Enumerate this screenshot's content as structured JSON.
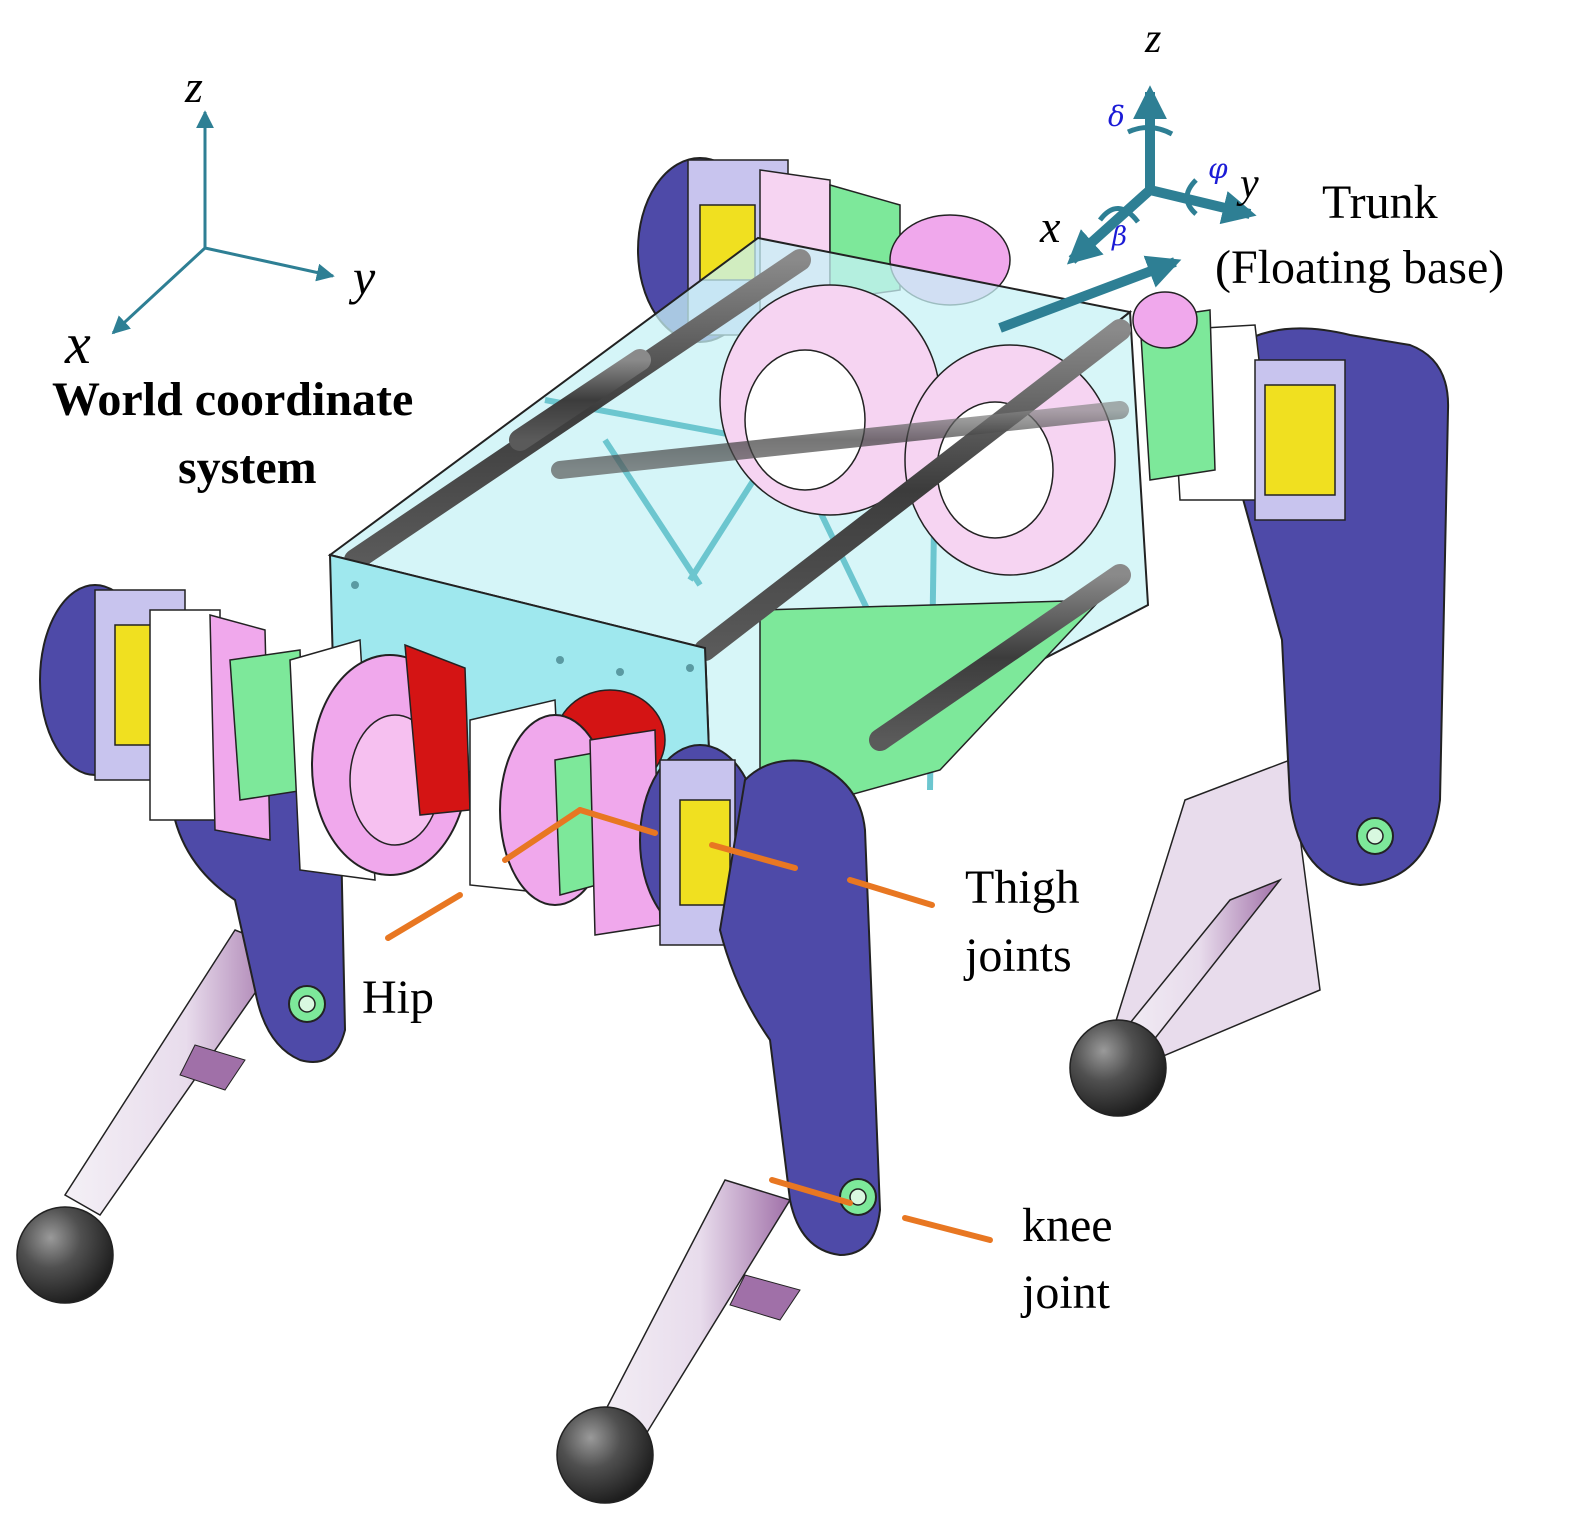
{
  "world_frame": {
    "z": "z",
    "y": "y",
    "x": "x",
    "title_line1": "World coordinate",
    "title_line2": "system"
  },
  "trunk_frame": {
    "z": "z",
    "y": "y",
    "x": "x",
    "delta": "δ",
    "phi": "φ",
    "beta": "β",
    "title_line1": "Trunk",
    "title_line2": "(Floating base)"
  },
  "labels": {
    "thigh_line1": "Thigh",
    "thigh_line2": "joints",
    "hip": "Hip",
    "knee_line1": "knee",
    "knee_line2": "joint"
  },
  "colors": {
    "axis": "#2e7f94",
    "callout": "#e87722",
    "leg_plate": "#4e4aa8",
    "motor_pink": "#f0a8ec",
    "motor_yellow": "#f0e020",
    "frame_cyan": "#9fe8ee",
    "bracket_green": "#7de89a",
    "hip_red": "#d41414",
    "foot_grey": "#454545"
  }
}
